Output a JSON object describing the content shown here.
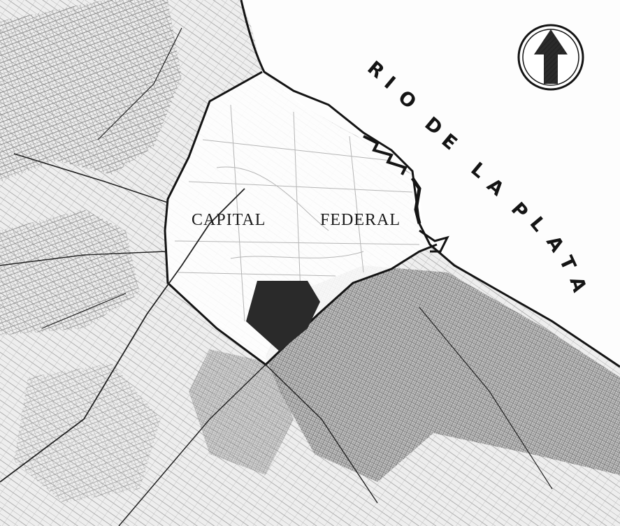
{
  "map": {
    "water_label": "RIO DE LA PLATA",
    "district_label_left": "CAPITAL",
    "district_label_right": "FEDERAL",
    "compass_icon": "north-arrow-icon"
  },
  "colors": {
    "ink": "#141414",
    "land_texture": "#8a8a8a",
    "urban_dense": "#6e6e6e",
    "water": "#ffffff",
    "highlight_area": "#2a2a2a"
  }
}
